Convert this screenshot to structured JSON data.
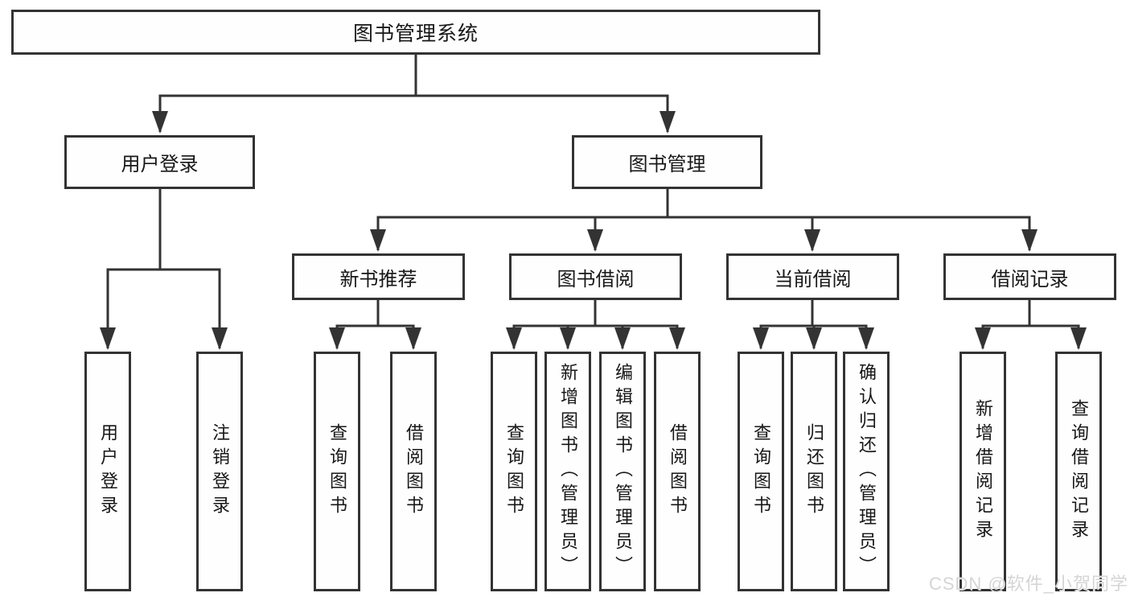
{
  "diagram_title": "图书管理系统",
  "nodes": {
    "root": "图书管理系统",
    "user_login": "用户登录",
    "book_mgmt": "图书管理",
    "new_book_rec": "新书推荐",
    "book_borrow": "图书借阅",
    "current_borrow": "当前借阅",
    "borrow_records": "借阅记录",
    "leaf_user_login": "用户登录",
    "leaf_logout": "注销登录",
    "leaf_query_book_rec": "查询图书",
    "leaf_borrow_book_rec": "借阅图书",
    "leaf_query_book_borrow": "查询图书",
    "leaf_add_book": "新增图书（管理员）",
    "leaf_edit_book": "编辑图书（管理员）",
    "leaf_borrow_book_borrow": "借阅图书",
    "leaf_query_book_current": "查询图书",
    "leaf_return_book": "归还图书",
    "leaf_confirm_return": "确认归还（管理员）",
    "leaf_add_borrow_record": "新增借阅记录",
    "leaf_query_borrow_record": "查询借阅记录"
  },
  "structure": {
    "图书管理系统": [
      "用户登录",
      "图书管理"
    ],
    "用户登录": [
      "用户登录",
      "注销登录"
    ],
    "图书管理": [
      "新书推荐",
      "图书借阅",
      "当前借阅",
      "借阅记录"
    ],
    "新书推荐": [
      "查询图书",
      "借阅图书"
    ],
    "图书借阅": [
      "查询图书",
      "新增图书（管理员）",
      "编辑图书（管理员）",
      "借阅图书"
    ],
    "当前借阅": [
      "查询图书",
      "归还图书",
      "确认归还（管理员）"
    ],
    "借阅记录": [
      "新增借阅记录",
      "查询借阅记录"
    ]
  },
  "watermark": "CSDN @软件_小贺同学",
  "colors": {
    "line": "#333333",
    "box_border": "#333333",
    "box_fill": "#fefefe",
    "text": "#171717",
    "watermark": "#d5d5d5"
  }
}
